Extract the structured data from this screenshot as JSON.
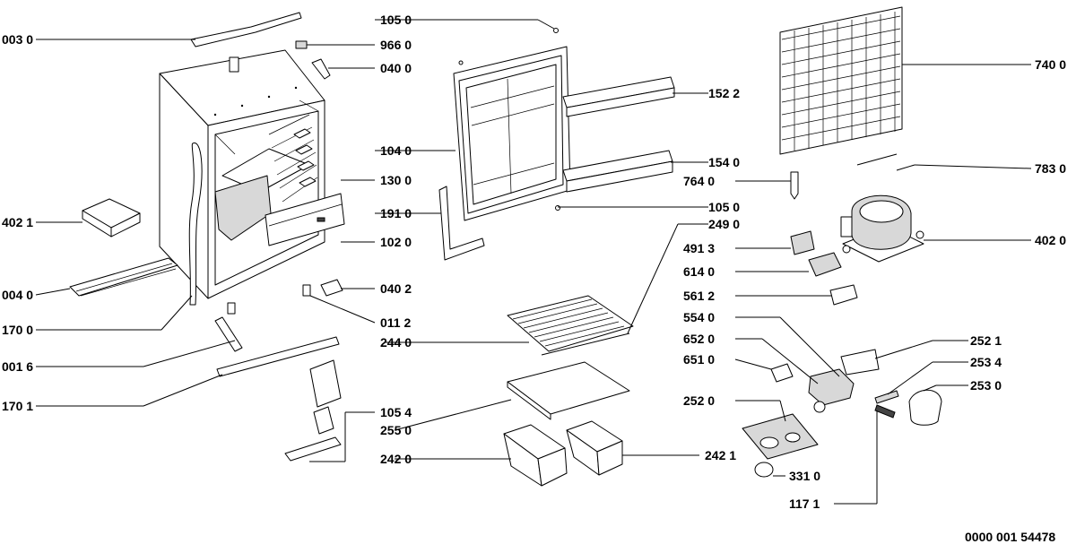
{
  "callouts": [
    {
      "id": "003-0",
      "text": "003 0"
    },
    {
      "id": "402-1",
      "text": "402 1"
    },
    {
      "id": "004-0",
      "text": "004 0"
    },
    {
      "id": "170-0",
      "text": "170 0"
    },
    {
      "id": "001-6",
      "text": "001 6"
    },
    {
      "id": "170-1",
      "text": "170 1"
    },
    {
      "id": "105-0a",
      "text": "105 0"
    },
    {
      "id": "966-0",
      "text": "966 0"
    },
    {
      "id": "040-0",
      "text": "040 0"
    },
    {
      "id": "104-0",
      "text": "104 0"
    },
    {
      "id": "130-0",
      "text": "130 0"
    },
    {
      "id": "191-0",
      "text": "191 0"
    },
    {
      "id": "102-0",
      "text": "102 0"
    },
    {
      "id": "040-2",
      "text": "040 2"
    },
    {
      "id": "011-2",
      "text": "011 2"
    },
    {
      "id": "244-0",
      "text": "244 0"
    },
    {
      "id": "105-4",
      "text": "105 4"
    },
    {
      "id": "255-0",
      "text": "255 0"
    },
    {
      "id": "242-0",
      "text": "242 0"
    },
    {
      "id": "152-2",
      "text": "152 2"
    },
    {
      "id": "154-0",
      "text": "154 0"
    },
    {
      "id": "764-0",
      "text": "764 0"
    },
    {
      "id": "105-0b",
      "text": "105 0"
    },
    {
      "id": "249-0",
      "text": "249 0"
    },
    {
      "id": "491-3",
      "text": "491 3"
    },
    {
      "id": "614-0",
      "text": "614 0"
    },
    {
      "id": "561-2",
      "text": "561 2"
    },
    {
      "id": "554-0",
      "text": "554 0"
    },
    {
      "id": "652-0",
      "text": "652 0"
    },
    {
      "id": "651-0",
      "text": "651 0"
    },
    {
      "id": "252-0",
      "text": "252 0"
    },
    {
      "id": "331-0",
      "text": "331  0"
    },
    {
      "id": "117-1",
      "text": "117 1"
    },
    {
      "id": "242-1",
      "text": "242 1"
    },
    {
      "id": "740-0",
      "text": "740 0"
    },
    {
      "id": "783-0",
      "text": "783 0"
    },
    {
      "id": "402-0",
      "text": "402 0"
    },
    {
      "id": "252-1",
      "text": "252 1"
    },
    {
      "id": "253-4",
      "text": "253 4"
    },
    {
      "id": "253-0",
      "text": "253 0"
    }
  ],
  "drawing_number": "0000 001 54478"
}
